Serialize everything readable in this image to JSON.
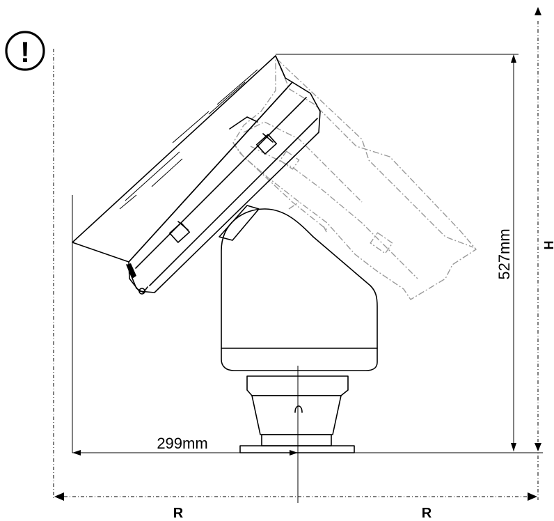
{
  "dimensions": {
    "height_value": "527mm",
    "reach_value": "299mm",
    "height_symbol": "H",
    "radius_symbol_left": "R",
    "radius_symbol_right": "R"
  },
  "warning": {
    "symbol": "!",
    "icon": "exclamation-circle-icon"
  }
}
